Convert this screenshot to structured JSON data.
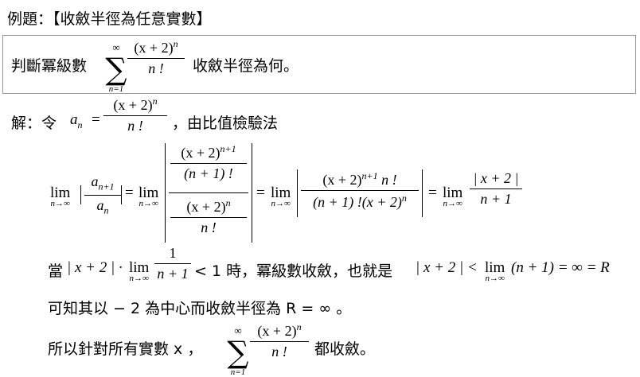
{
  "title": "例題：【收斂半徑為任意實數】",
  "problem": {
    "text": "判斷冪級數",
    "tail": "收斂半徑為何。",
    "series_num": "(x + 2)",
    "series_exp": "n",
    "series_den": "n !",
    "sum_top": "∞",
    "sum_bottom": "n=1"
  },
  "solution": {
    "label": "解：令",
    "an": "a",
    "an_sub": "n",
    "eq": "=",
    "def_num": "(x + 2)",
    "def_exp": "n",
    "def_den": "n !",
    "after": "，由比值檢驗法",
    "lim": "lim",
    "lim_sub": "n→∞",
    "ratio_num": "a",
    "ratio_num_sub": "n+1",
    "ratio_den": "a",
    "ratio_den_sub": "n",
    "big_top_num": "(x + 2)",
    "big_top_exp": "n+1",
    "big_top_den": "(n + 1) !",
    "big_bot_num": "(x + 2)",
    "big_bot_exp": "n",
    "big_bot_den": "n !",
    "step2_num": "(x + 2)",
    "step2_num_exp": "n+1",
    "step2_num_tail": " n !",
    "step2_den": "(n + 1) !(x + 2)",
    "step2_den_exp": "n",
    "step3_num": "| x + 2 |",
    "step3_den": "n + 1",
    "line3_a": "當",
    "line3_b": "| x + 2 | ·",
    "line3_frac_num": "1",
    "line3_frac_den": "n + 1",
    "line3_c": "< 1 時，冪級數收斂，也就是",
    "line3_d": "| x + 2 | <",
    "line3_e": "(n + 1) = ∞ = R",
    "line4": "可知其以 − 2 為中心而收斂半徑為 R = ∞ 。",
    "line5_a": "所以針對所有實數 x ，",
    "line5_b": "都收斂。"
  }
}
